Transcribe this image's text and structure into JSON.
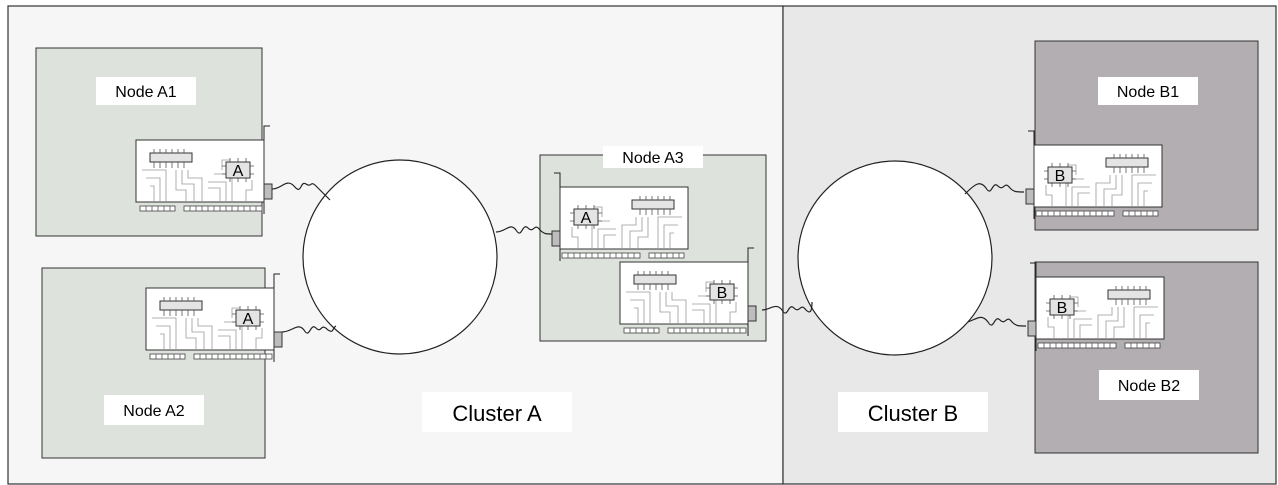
{
  "clusters": {
    "a": {
      "label": "Cluster A"
    },
    "b": {
      "label": "Cluster B"
    }
  },
  "nodes": {
    "a1": {
      "label": "Node A1"
    },
    "a2": {
      "label": "Node A2"
    },
    "a3": {
      "label": "Node A3"
    },
    "b1": {
      "label": "Node B1"
    },
    "b2": {
      "label": "Node B2"
    }
  },
  "chips": {
    "a": "A",
    "b": "B"
  },
  "colors": {
    "cluster_a_bg": "#f6f6f6",
    "cluster_b_bg": "#e8e8e8",
    "node_a_fill": "#dde2dc",
    "node_b_fill": "#b3aeb2"
  }
}
